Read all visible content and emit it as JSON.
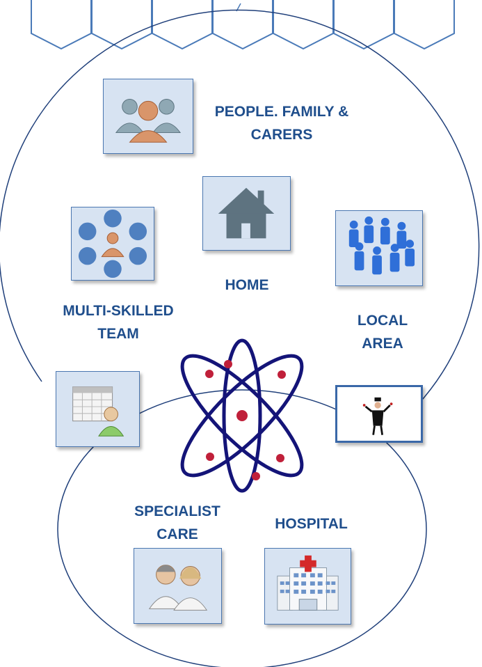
{
  "labels": {
    "people": [
      "PEOPLE. FAMILY &",
      "CARERS"
    ],
    "home": "HOME",
    "team": [
      "MULTI-SKILLED",
      "TEAM"
    ],
    "local": [
      "LOCAL",
      "AREA"
    ],
    "specialist": [
      "SPECIALIST",
      "CARE"
    ],
    "hospital": "HOSPITAL"
  },
  "colors": {
    "label": "#1F4E8C",
    "outline": "#1F3F7A",
    "tile_fill": "#D7E3F2",
    "tile_border": "#4A76B0",
    "atom_orbit": "#141478",
    "atom_electron": "#C0203A"
  },
  "icons": {
    "people": "people-group-icon",
    "home": "house-icon",
    "team": "team-circle-icon",
    "local": "crowd-icon",
    "calendar": "calendar-person-icon",
    "performer": "performer-icon",
    "specialist": "doctors-icon",
    "hospital": "hospital-icon",
    "atom": "atom-icon"
  }
}
